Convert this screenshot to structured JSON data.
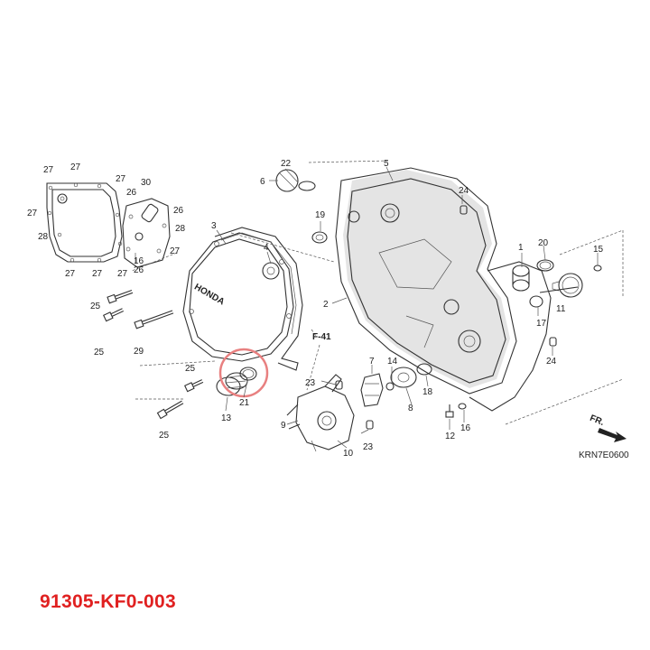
{
  "diagram": {
    "labels": {
      "l1": "1",
      "l2": "2",
      "l3": "3",
      "l4": "4",
      "l5": "5",
      "l6": "6",
      "l7": "7",
      "l8": "8",
      "l9": "9",
      "l10": "10",
      "l11": "11",
      "l12": "12",
      "l13": "13",
      "l14": "14",
      "l15": "15",
      "l16": "16",
      "l16b": "16",
      "l17": "17",
      "l18": "18",
      "l19": "19",
      "l20": "20",
      "l21": "21",
      "l22": "22",
      "l23a": "23",
      "l23b": "23",
      "l24a": "24",
      "l24b": "24",
      "l25a": "25",
      "l25b": "25",
      "l25c": "25",
      "l25d": "25",
      "l26a": "26",
      "l26b": "26",
      "l26c": "26",
      "l27a": "27",
      "l27b": "27",
      "l27c": "27",
      "l27d": "27",
      "l27e": "27",
      "l27f": "27",
      "l27g": "27",
      "l27h": "27",
      "l28a": "28",
      "l28b": "28",
      "l29": "29",
      "l30": "30"
    },
    "ref_label": "F-41",
    "direction_label": "FR.",
    "cover_text": "HONDA",
    "diagram_code": "KRN7E0600",
    "highlight_color": "#e88080"
  },
  "part_number": "91305-KF0-003",
  "colors": {
    "part_number": "#e02020",
    "line": "#333333"
  }
}
